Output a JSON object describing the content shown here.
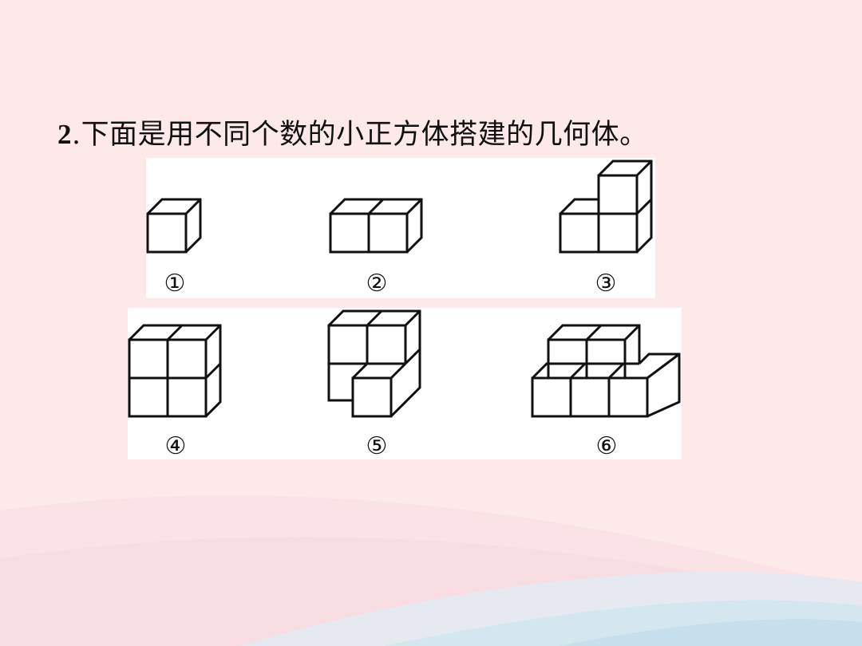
{
  "question": {
    "number": "2",
    "separator": ".",
    "text": "下面是用不同个数的小正方体搭建的几何体。"
  },
  "figures": [
    {
      "label": "①"
    },
    {
      "label": "②"
    },
    {
      "label": "③"
    },
    {
      "label": "④"
    },
    {
      "label": "⑤"
    },
    {
      "label": "⑥"
    }
  ],
  "colors": {
    "background": "#fde8ea",
    "panel": "#ffffff",
    "line": "#111111",
    "wave_blue": "#cfe6ef"
  }
}
